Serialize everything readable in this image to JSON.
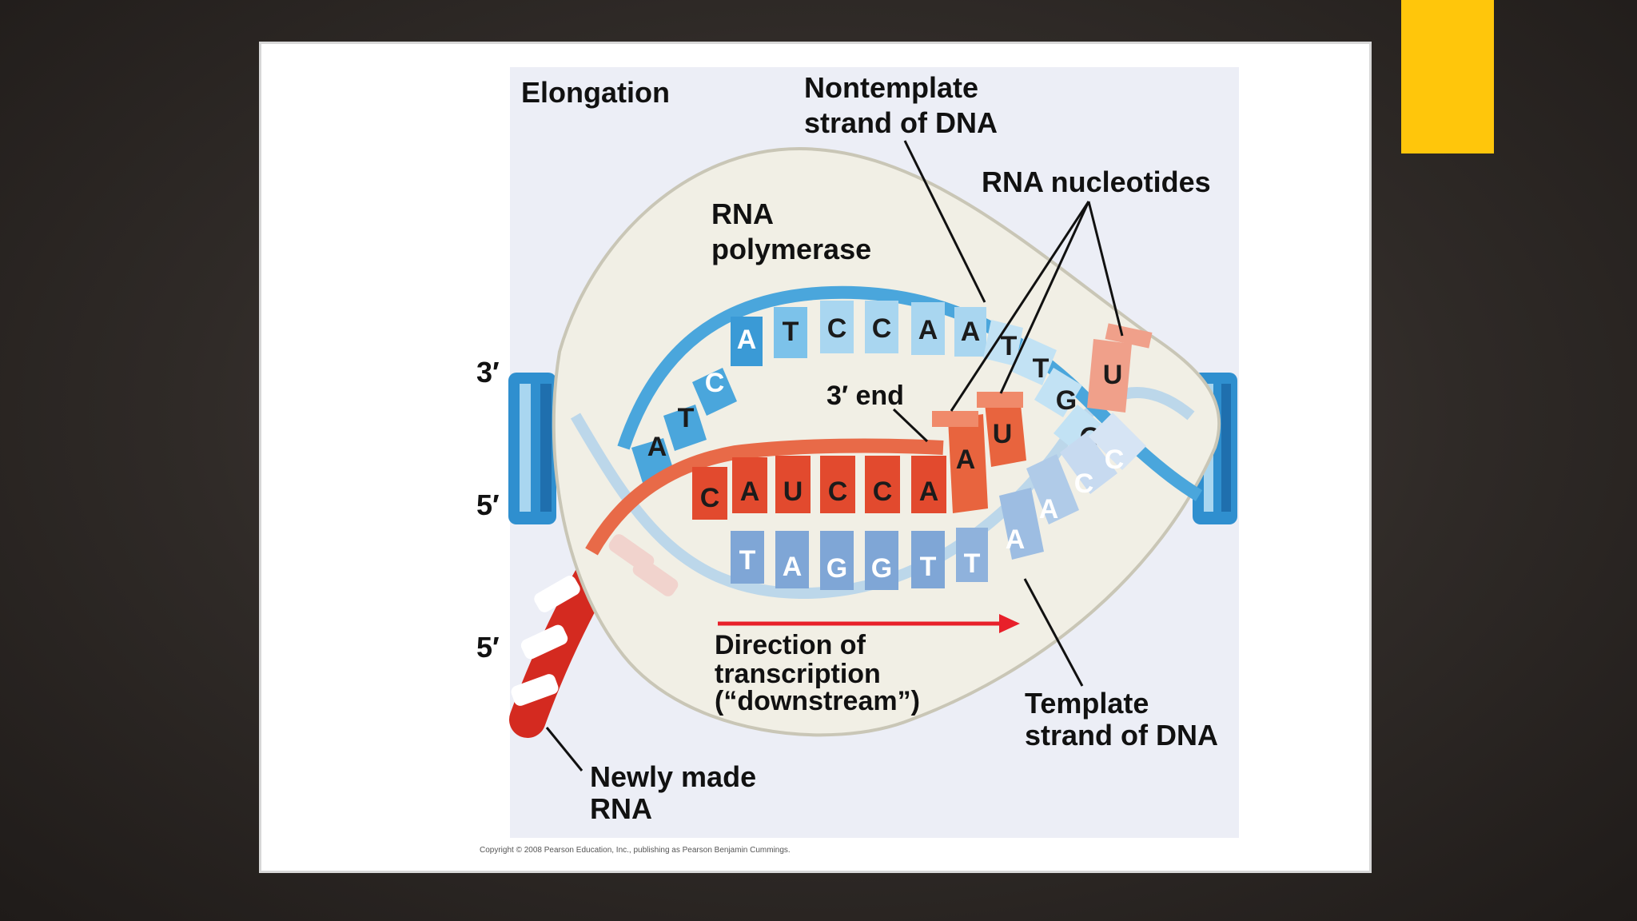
{
  "colors": {
    "accent": "#ffc60b",
    "dna_blue": "#2f8fcf",
    "dna_light": "#a9d6f0",
    "rna_red": "#e24a2e",
    "rna_salmon": "#f08a6a",
    "arrow_red": "#e8202a"
  },
  "figure": {
    "title": "Elongation",
    "labels": {
      "nontemplate_line1": "Nontemplate",
      "nontemplate_line2": "strand of DNA",
      "rna_nucleotides": "RNA nucleotides",
      "polymerase_line1": "RNA",
      "polymerase_line2": "polymerase",
      "three_prime_end": "3′ end",
      "direction_line1": "Direction of",
      "direction_line2": "transcription",
      "direction_line3": "(“downstream”)",
      "template_line1": "Template",
      "template_line2": "strand of DNA",
      "newly_line1": "Newly made",
      "newly_line2": "RNA"
    },
    "strand_ends": {
      "top_left": "3′",
      "mid_left": "5′",
      "bottom_left": "5′"
    },
    "nontemplate_bases": [
      "A",
      "T",
      "C",
      "A",
      "T",
      "C",
      "C",
      "A",
      "A",
      "T",
      "T",
      "G",
      "G"
    ],
    "rna_bases": [
      "C",
      "A",
      "U",
      "C",
      "C",
      "A",
      "A",
      "U"
    ],
    "free_nucleotide": "U",
    "template_bases": [
      "T",
      "A",
      "G",
      "G",
      "T",
      "T",
      "A",
      "A",
      "C",
      "C"
    ],
    "copyright": "Copyright © 2008 Pearson Education, Inc., publishing as Pearson Benjamin Cummings."
  }
}
